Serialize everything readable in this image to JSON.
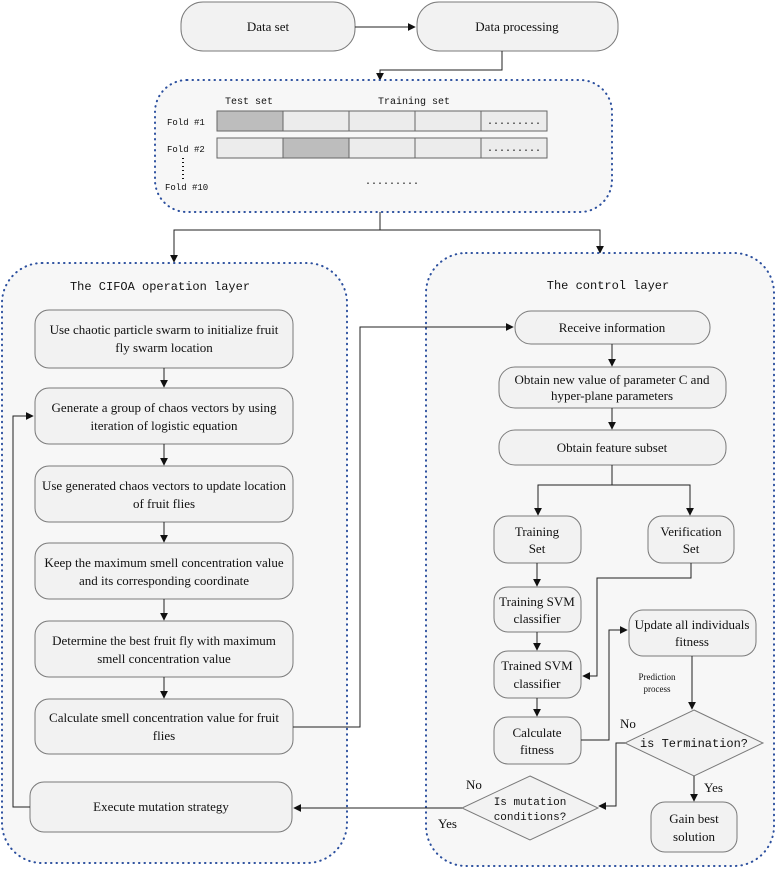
{
  "top": {
    "data_set": "Data set",
    "data_processing": "Data processing"
  },
  "cv": {
    "test_set": "Test set",
    "training_set": "Training set",
    "fold1": "Fold #1",
    "fold2": "Fold #2",
    "fold10": "Fold #10",
    "ellipsis": "........."
  },
  "cifoa": {
    "title": "The CIFOA operation layer",
    "s1": [
      "Use chaotic particle swarm to initialize fruit",
      "fly swarm location"
    ],
    "s2": [
      "Generate a group of chaos vectors by using",
      "iteration of logistic equation"
    ],
    "s3": [
      "Use generated chaos vectors to update location",
      "of fruit flies"
    ],
    "s4": [
      "Keep the maximum smell concentration value",
      "and its corresponding coordinate"
    ],
    "s5": [
      "Determine the best fruit fly with maximum",
      "smell concentration value"
    ],
    "s6": [
      "Calculate smell concentration value for fruit",
      "flies"
    ],
    "mutation": "Execute mutation strategy"
  },
  "control": {
    "title": "The control layer",
    "receive": "Receive information",
    "obtain_c": [
      "Obtain new value of parameter C and",
      "hyper-plane parameters"
    ],
    "feature": "Obtain feature subset",
    "training_set": [
      "Training",
      "Set"
    ],
    "verification_set": [
      "Verification",
      "Set"
    ],
    "training_svm": [
      "Training SVM",
      "classifier"
    ],
    "trained_svm": [
      "Trained SVM",
      "classifier"
    ],
    "calc_fitness": [
      "Calculate",
      "fitness"
    ],
    "update_fitness": [
      "Update all individuals",
      "fitness"
    ],
    "prediction": [
      "Prediction",
      "process"
    ],
    "termination": "is Termination?",
    "best": [
      "Gain best",
      "solution"
    ],
    "mutation_cond": [
      "Is mutation",
      "conditions?"
    ],
    "yes": "Yes",
    "no": "No"
  }
}
